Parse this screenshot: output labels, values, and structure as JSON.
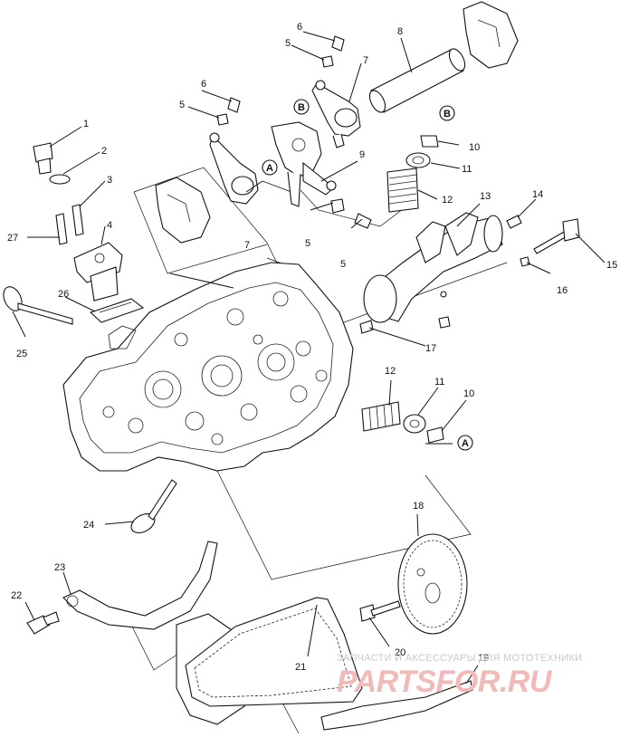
{
  "labels": {
    "l1": "1",
    "l2": "2",
    "l3": "3",
    "l4": "4",
    "l5a": "5",
    "l5b": "5",
    "l5c": "5",
    "l5d": "5",
    "l6a": "6",
    "l6b": "6",
    "l7a": "7",
    "l7b": "7",
    "l8": "8",
    "l9": "9",
    "l10a": "10",
    "l10b": "10",
    "l11a": "11",
    "l11b": "11",
    "l12a": "12",
    "l12b": "12",
    "l13": "13",
    "l14": "14",
    "l15": "15",
    "l16": "16",
    "l17": "17",
    "l18": "18",
    "l19": "19",
    "l20": "20",
    "l21": "21",
    "l22": "22",
    "l23": "23",
    "l24": "24",
    "l25": "25",
    "l26": "26",
    "l27": "27"
  },
  "reference_marks": {
    "a1": "A",
    "a2": "A",
    "b1": "B",
    "b2": "B"
  },
  "watermark": {
    "tagline": "ЗАПЧАСТИ И АКСЕССУАРЫ ДЛЯ МОТОТЕХНИКИ",
    "logo": "PARTSFOR.RU"
  }
}
